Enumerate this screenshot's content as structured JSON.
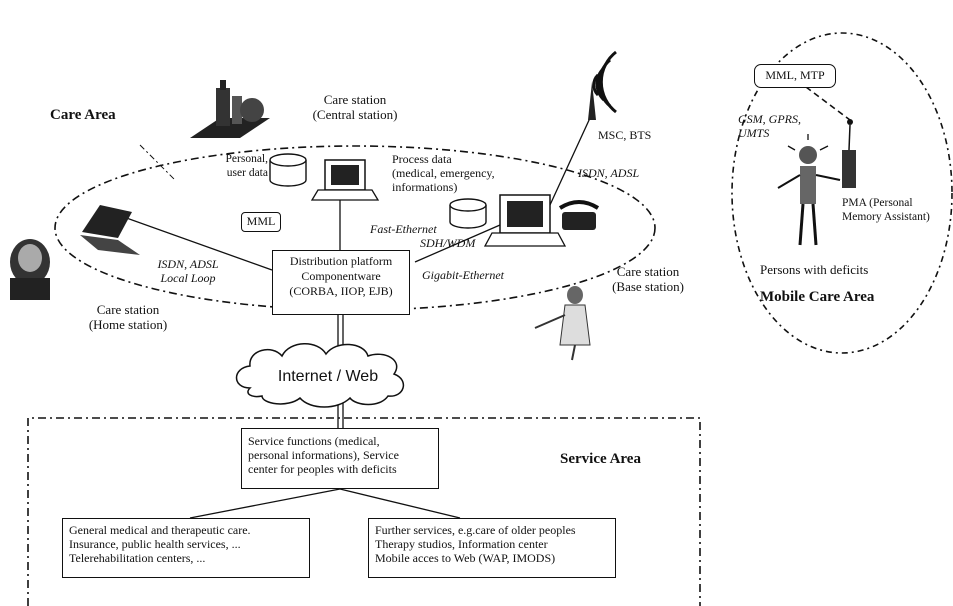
{
  "care_area": {
    "title": "Care Area",
    "central_station": [
      "Care station",
      "(Central station)"
    ],
    "personal_data": [
      "Personal,",
      "user data"
    ],
    "process_data": [
      "Process data",
      "(medical, emergency,",
      "informations)"
    ],
    "msc_bts": "MSC, BTS",
    "isdn_adsl_top": "ISDN, ADSL",
    "mml": "MML",
    "fast_ethernet": "Fast-Ethernet",
    "sdh_wdm": "SDH/WDM",
    "gigabit_ethernet": "Gigabit-Ethernet",
    "isdn_local_loop": [
      "ISDN, ADSL",
      "Local Loop"
    ],
    "platform": [
      "Distribution platform",
      "Componentware",
      "(CORBA, IIOP, EJB)"
    ],
    "home_station": [
      "Care station",
      "(Home station)"
    ],
    "base_station": [
      "Care station",
      "(Base station)"
    ]
  },
  "mobile_area": {
    "title": "Mobile Care Area",
    "mml_mtp": "MML, MTP",
    "networks": [
      "GSM, GPRS,",
      "UMTS"
    ],
    "pma": [
      "PMA (Personal",
      "Memory Assistant)"
    ],
    "persons": "Persons with deficits"
  },
  "internet": "Internet / Web",
  "service_area": {
    "title": "Service Area",
    "service_functions": [
      "Service functions (medical,",
      "personal informations),  Service",
      "center for peoples with deficits"
    ],
    "left_box": [
      "General medical and therapeutic care.",
      "Insurance, public health services, ...",
      "Telerehabilitation centers, ..."
    ],
    "right_box": [
      "Further services, e.g.care of older peoples",
      "Therapy studios, Information center",
      "Mobile acces to Web (WAP, IMODS)"
    ]
  }
}
